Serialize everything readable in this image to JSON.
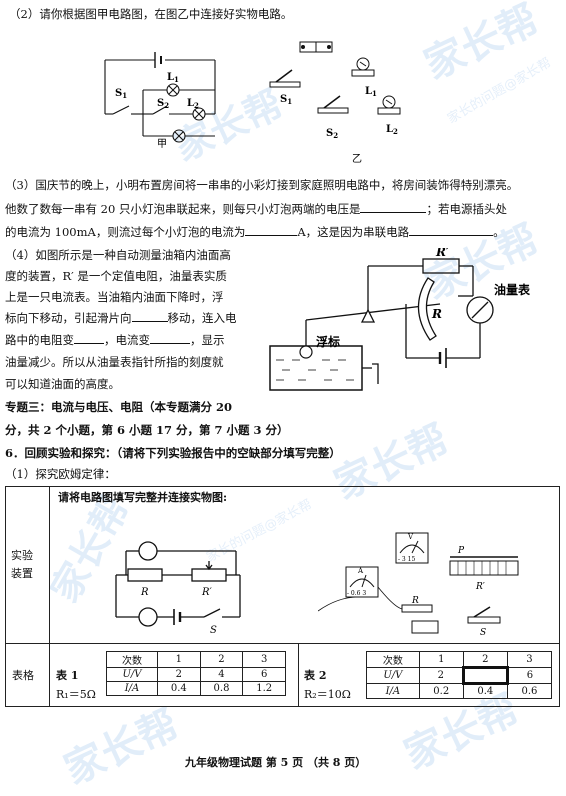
{
  "q2": {
    "text": "（2）请你根据图甲电路图，在图乙中连接好实物电路。",
    "labels": {
      "s1": "S",
      "s1_sub": "1",
      "s2": "S",
      "s2_sub": "2",
      "l1": "L",
      "l1_sub": "1",
      "l2": "L",
      "l2_sub": "2",
      "jia": "甲",
      "yi": "乙"
    }
  },
  "q3": {
    "line1": "（3）国庆节的晚上，小明布置房间将一串串的小彩灯接到家庭照明电路中，将房间装饰得特别漂亮。",
    "line2a": "他数了数每一串有 20 只小灯泡串联起来，则每只小灯泡两端的电压是",
    "line2b": "；若电源插头处",
    "line3a": "的电流为 100mA，则流过每个小灯泡的电流为",
    "line3b": "A，这是因为串联电路",
    "line3c": "。"
  },
  "q4": {
    "l1": "（4）如图所示是一种自动测量油箱内油面高",
    "l2": "度的装置，R′ 是一个定值电阻，油量表实质",
    "l3": "上是一只电流表。当油箱内油面下降时，浮",
    "l4a": "标向下移动，引起滑片向",
    "l4b": "移动，连入电",
    "l5a": "路中的电阻变",
    "l5b": "，电流变",
    "l5c": "，显示",
    "l6": "油量减少。所以从油量表指针所指的刻度就",
    "l7": "可以知道油面的高度。",
    "fig": {
      "rprime": "R′",
      "r": "R",
      "meter": "油量表",
      "float": "浮标"
    }
  },
  "topic3": {
    "l1": "专题三：电流与电压、电阻（本专题满分 20",
    "l2": "分，共 2 个小题，第 6 小题 17 分，第 7 小题 3 分）"
  },
  "q6": {
    "title": "6．回顾实验和探究：（请将下列实验报告中的空缺部分填写完整）",
    "sub": "（1）探究欧姆定律：",
    "instruction": "请将电路图填写完整并连接实物图:",
    "row_label_setup": "实验装置",
    "row_label_table": "表格",
    "circuit": {
      "r": "R",
      "rprime": "R′",
      "s": "S",
      "p": "P",
      "rprime2": "R′",
      "r2": "R",
      "s2": "S",
      "v_scale": "- 3 15",
      "a_scale": "- 0.6 3",
      "v": "V",
      "a": "A"
    },
    "table1": {
      "title": "表 1",
      "cond": "R₁＝5Ω",
      "header": [
        "次数",
        "1",
        "2",
        "3"
      ],
      "rows": [
        [
          "U/V",
          "2",
          "4",
          "6"
        ],
        [
          "I/A",
          "0.4",
          "0.8",
          "1.2"
        ]
      ]
    },
    "table2": {
      "title": "表 2",
      "cond": "R₂＝10Ω",
      "header": [
        "次数",
        "1",
        "2",
        "3"
      ],
      "rows": [
        [
          "U/V",
          "2",
          "",
          "6"
        ],
        [
          "I/A",
          "0.2",
          "0.4",
          "0.6"
        ]
      ]
    }
  },
  "footer": "九年级物理试题  第 5 页  （共 8 页）",
  "watermark": {
    "brand": "家长帮",
    "slogan": "家长的问题@家长帮"
  }
}
